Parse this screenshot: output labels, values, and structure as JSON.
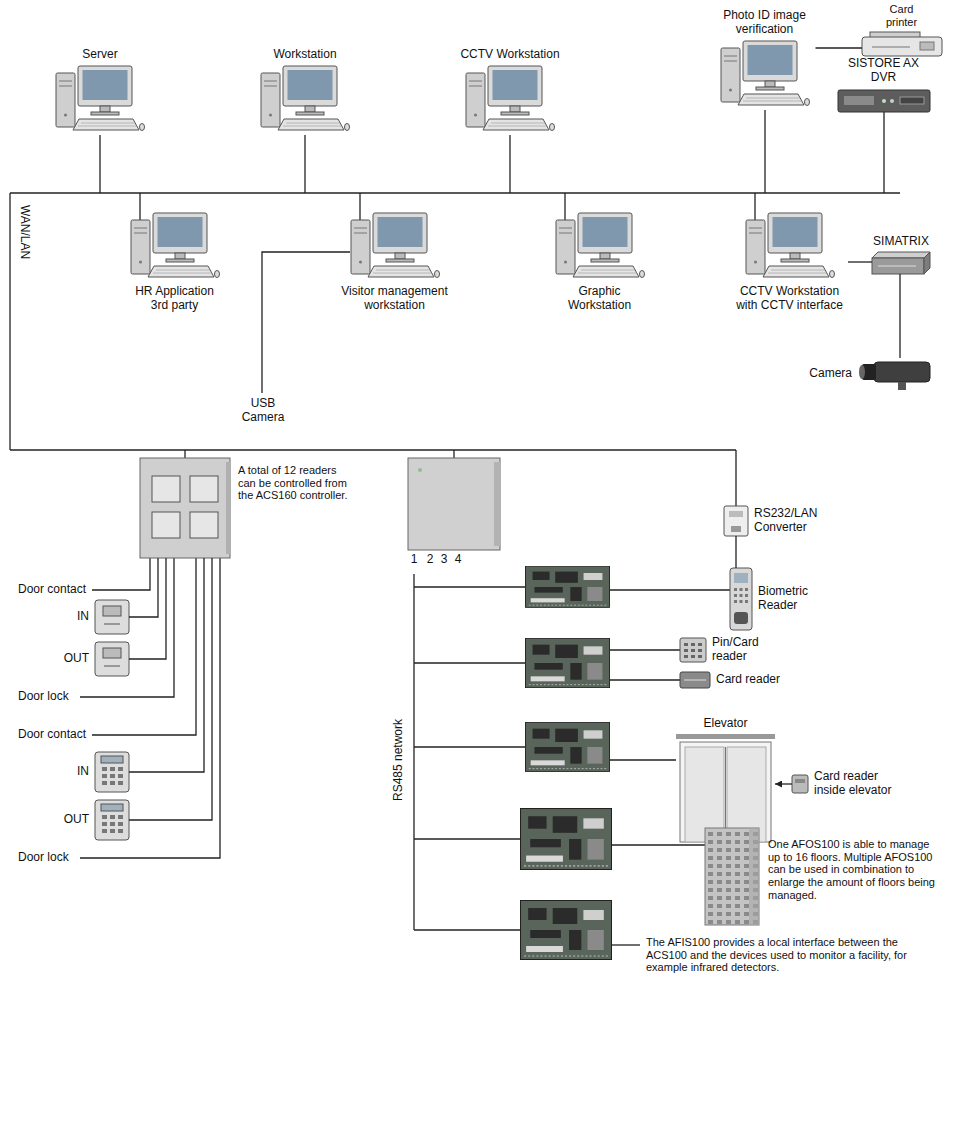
{
  "diagram": {
    "nodes": [
      {
        "text": [
          "Server"
        ]
      },
      {
        "text": [
          "Workstation"
        ]
      },
      {
        "text": [
          "CCTV Workstation"
        ]
      },
      {
        "text": [
          "Photo ID image verification"
        ]
      },
      {
        "text": [
          "Card printer"
        ]
      },
      {
        "text": [
          "SISTORE AX DVR"
        ]
      },
      {
        "text": [
          "HR Application 3rd party"
        ]
      },
      {
        "text": [
          "Visitor management workstation"
        ]
      },
      {
        "text": [
          "Graphic Workstation"
        ]
      },
      {
        "text": [
          "CCTV Workstation with CCTV interface"
        ]
      },
      {
        "text": [
          "SIMATRIX"
        ]
      },
      {
        "text": [
          "Camera"
        ]
      },
      {
        "text": [
          "A total of 12 readers can be controlled from the ACS160 controller."
        ]
      },
      {
        "text": [
          "IN"
        ]
      },
      {
        "text": [
          "OUT"
        ]
      },
      {
        "text": [
          "IN"
        ]
      },
      {
        "text": [
          "OUT"
        ]
      },
      {
        "text": [
          "RS232/LAN Converter"
        ]
      },
      {
        "text": [
          "Biometric Reader"
        ]
      },
      {
        "text": [
          "Pin/Card reader"
        ]
      },
      {
        "text": [
          "Card reader"
        ]
      },
      {
        "text": [
          "Elevator"
        ]
      },
      {
        "text": [
          "Card reader inside elevator"
        ]
      }
    ],
    "edges": [
      {
        "from": 3,
        "to": 4,
        "arrow": "none"
      },
      {
        "from": 9,
        "to": 10,
        "arrow": "none"
      },
      {
        "from": 10,
        "to": 11,
        "arrow": "none"
      },
      {
        "from": 12,
        "to": 13,
        "arrow": "none"
      },
      {
        "from": 12,
        "to": 14,
        "arrow": "none"
      },
      {
        "from": 12,
        "to": 15,
        "arrow": "none"
      },
      {
        "from": 12,
        "to": 16,
        "arrow": "none"
      },
      {
        "from": 17,
        "to": 18,
        "arrow": "none"
      },
      {
        "from": 22,
        "to": 21,
        "arrow": "to"
      }
    ],
    "labels": [
      "WAN/LAN",
      "USB Camera",
      "Door contact",
      "Door lock",
      "Door contact",
      "Door lock",
      "1",
      "2",
      "3",
      "4",
      "RS485 network",
      "One AFOS100 is able to manage up to 16 floors. Multiple AFOS100 can be used in combination to enlarge the amount of floors being managed.",
      "The AFIS100 provides a local interface between the ACS100 and the devices used to monitor a facility, for example infrared detectors."
    ]
  }
}
